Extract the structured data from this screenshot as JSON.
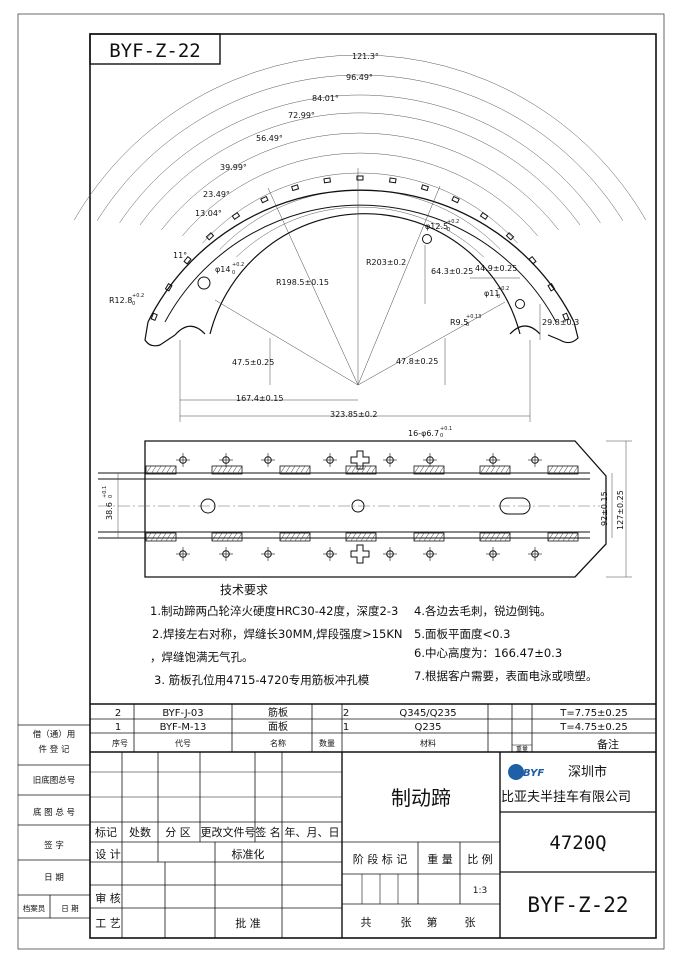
{
  "drawing_number": "BYF-Z-22",
  "brake_shoe_view": {
    "angles": [
      "121.3°",
      "96.49°",
      "84.01°",
      "72.99°",
      "56.49°",
      "39.99°",
      "23.49°",
      "13.04°",
      "11°"
    ],
    "radius_inner": "R198.5±0.15",
    "radius_outer": "R203±0.2",
    "hole_large": "φ14",
    "hole_large_tol_top": "+0.2",
    "hole_large_tol_bottom": "0",
    "hole_r": "R12.8",
    "hole_r_tol_top": "+0.2",
    "hole_r_tol_bottom": "0",
    "hole_right_top": "φ12.5",
    "hole_right_top_tol_top": "+0.2",
    "hole_right_top_tol_bottom": "0",
    "hole_right_mid": "φ11",
    "hole_right_mid_tol_top": "+0.2",
    "hole_right_mid_tol_bottom": "0",
    "r9": "R9.5",
    "r9_tol_top": "+0.13",
    "r9_tol_bottom": "0",
    "dim_64": "64.3±0.25",
    "dim_44": "44.9±0.25",
    "dim_29": "29.8±0.3",
    "dim_47_left": "47.5±0.25",
    "dim_47_right": "47.8±0.25",
    "dim_167": "167.4±0.15",
    "dim_323": "323.85±0.2"
  },
  "plate_view": {
    "holes_label": "16-φ6.7",
    "holes_tol_top": "+0.1",
    "holes_tol_bottom": "0",
    "dim_left": "38.6",
    "dim_left_tol_top": "+0.1",
    "dim_left_tol_bottom": "0",
    "dim_92": "92±0.15",
    "dim_127": "127±0.25"
  },
  "tech_requirements": {
    "title": "技术要求",
    "left": [
      "1.制动蹄两凸轮淬火硬度HRC30-42度，深度2-3",
      "2.焊接左右对称，焊缝长30MM,焊段强度>15KN",
      "，焊缝饱满无气孔。",
      "3. 筋板孔位用4715-4720专用筋板冲孔模"
    ],
    "right": [
      "4.各边去毛刺，锐边倒钝。",
      "5.面板平面度<0.3",
      "6.中心高度为：166.47±0.3",
      "7.根据客户需要，表面电泳或喷塑。"
    ]
  },
  "bom": {
    "rows": [
      {
        "no": "2",
        "code": "BYF-J-03",
        "name": "筋板",
        "qty": "2",
        "material": "Q345/Q235",
        "note": "T=7.75±0.25"
      },
      {
        "no": "1",
        "code": "BYF-M-13",
        "name": "面板",
        "qty": "1",
        "material": "Q235",
        "note": "T=4.75±0.25"
      }
    ],
    "headers": {
      "no": "序号",
      "code": "代号",
      "name": "名称",
      "qty": "数量",
      "material": "材料",
      "weight": "重量",
      "note": "备注"
    }
  },
  "side_labels": {
    "borrow": "借（通）用",
    "register": "件  登  记",
    "old_base": "旧底图总号",
    "base": "底 图 总 号",
    "sign": "签    字",
    "date": "日    期",
    "archive": "档案员",
    "archive_date": "日  期"
  },
  "title_block": {
    "part_name": "制动蹄",
    "company_line1": "深圳市",
    "company_line2": "比亚夫半挂车有限公司",
    "logo_text": "BYF",
    "model": "4720Q",
    "drawing_no": "BYF-Z-22",
    "scale_value": "1:3",
    "labels": {
      "mark": "标记",
      "count": "处数",
      "zone": "分 区",
      "change_doc": "更改文件号",
      "signature": "签 名",
      "ymd": "年、月、日",
      "design": "设 计",
      "standard": "标准化",
      "stage": "阶 段 标 记",
      "weight": "重 量",
      "scale": "比 例",
      "review": "审 核",
      "craft": "工 艺",
      "approve": "批 准",
      "total": "共",
      "sheets": "张",
      "page": "第",
      "sheet": "张"
    }
  }
}
